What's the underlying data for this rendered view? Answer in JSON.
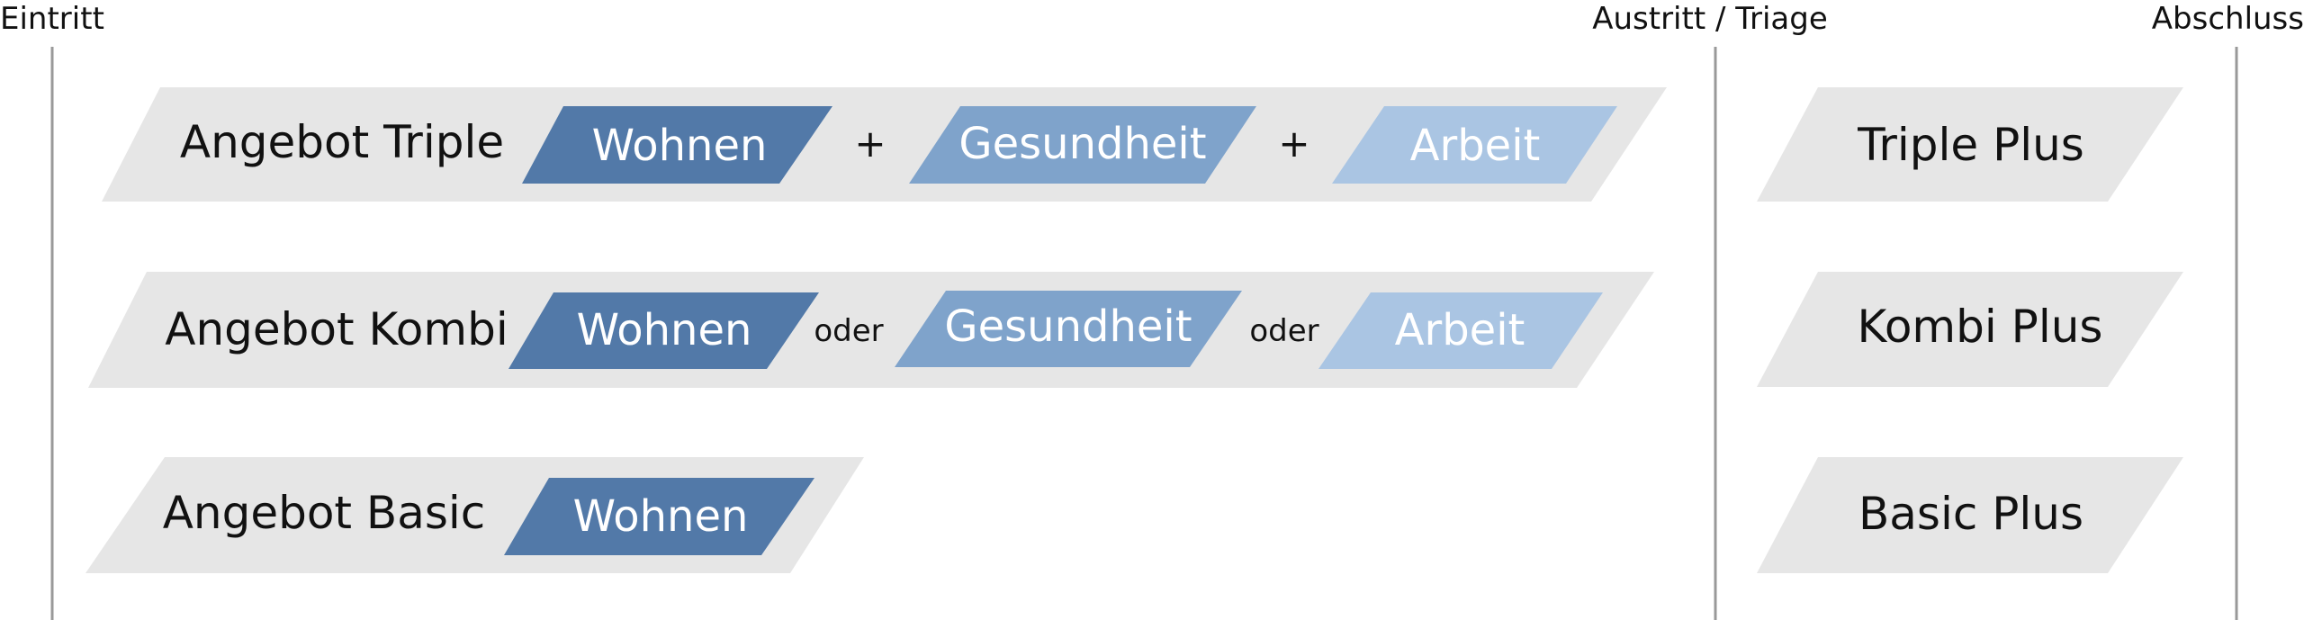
{
  "phases": {
    "start": "Eintritt",
    "middle": "Austritt / Triage",
    "end": "Abschluss"
  },
  "colors": {
    "background_band": "#e6e6e6",
    "wohnen": "#5279a8",
    "gesundheit": "#7fa3cb",
    "arbeit": "#aac5e3",
    "divider": "#999999",
    "text_dark": "#111111",
    "text_light": "#ffffff"
  },
  "rows": [
    {
      "label": "Angebot Triple",
      "items": [
        {
          "label": "Wohnen",
          "kind": "wohnen"
        },
        {
          "separator": "+"
        },
        {
          "label": "Gesundheit",
          "kind": "gesundheit"
        },
        {
          "separator": "+"
        },
        {
          "label": "Arbeit",
          "kind": "arbeit"
        }
      ],
      "outcome": "Triple Plus"
    },
    {
      "label": "Angebot Kombi",
      "items": [
        {
          "label": "Wohnen",
          "kind": "wohnen"
        },
        {
          "separator": "oder"
        },
        {
          "label": "Gesundheit",
          "kind": "gesundheit"
        },
        {
          "separator": "oder"
        },
        {
          "label": "Arbeit",
          "kind": "arbeit"
        }
      ],
      "outcome": "Kombi Plus"
    },
    {
      "label": "Angebot Basic",
      "items": [
        {
          "label": "Wohnen",
          "kind": "wohnen"
        }
      ],
      "outcome": "Basic Plus"
    }
  ]
}
